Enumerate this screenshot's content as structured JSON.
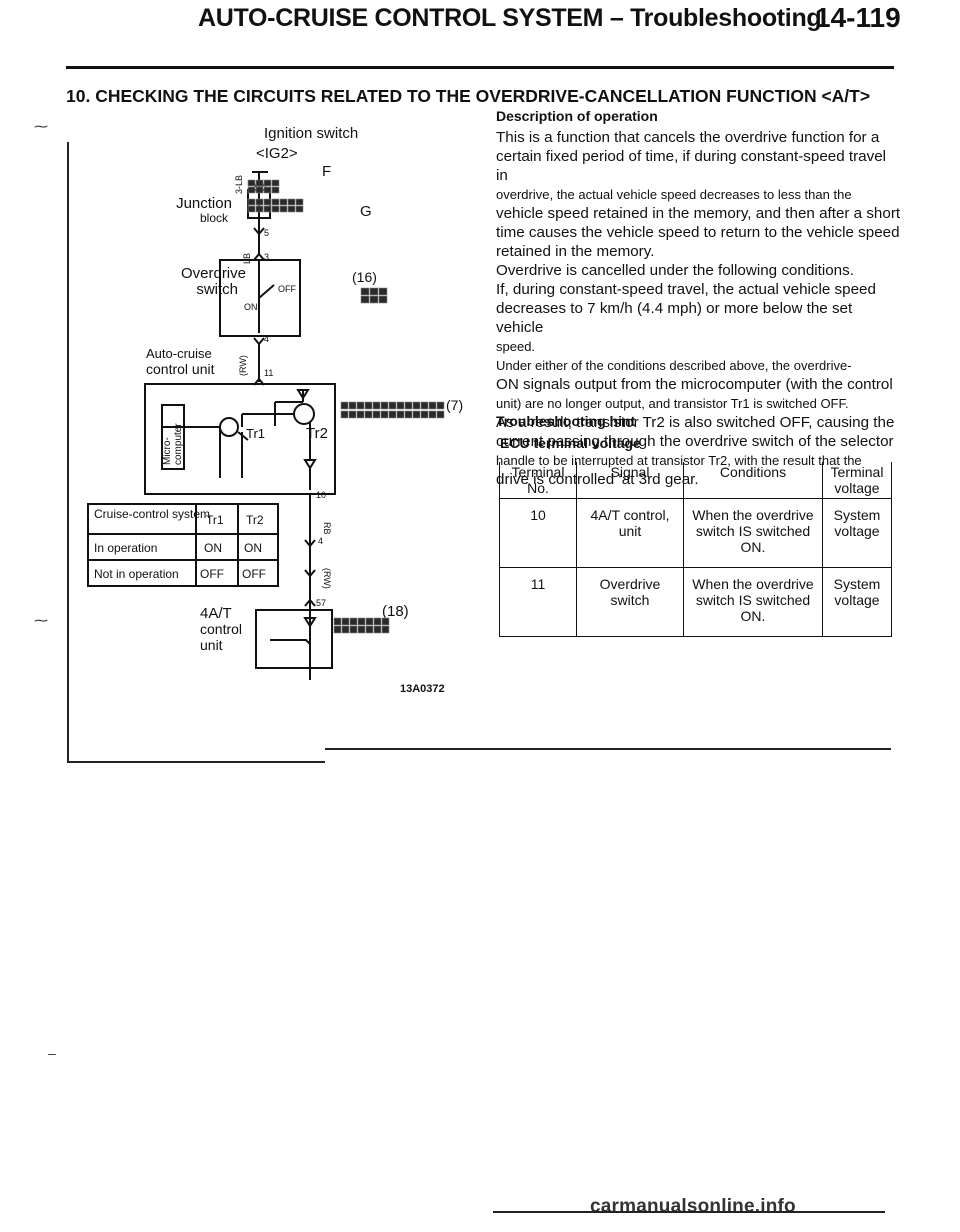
{
  "header": {
    "title": "AUTO-CRUISE CONTROL SYSTEM – Troubleshooting",
    "page": "14-119"
  },
  "section": {
    "title": "10. CHECKING THE CIRCUITS RELATED TO THE OVERDRIVE-CANCELLATION FUNCTION <A/T>"
  },
  "diagram": {
    "ignition_switch": "Ignition switch",
    "ig2": "<IG2>",
    "wire_3lb": "3-LB",
    "pin_2": "2",
    "letter_f": "F",
    "letter_g": "G",
    "junction": "Junction",
    "block": "block",
    "pin_5": "5",
    "wire_lb": "LB",
    "pin_3": "3",
    "overdrive": "Overdrive",
    "switch": "switch",
    "off": "OFF",
    "on": "ON",
    "conn16": "(16)",
    "pin_4a": "4",
    "wire_rw": "(RW)",
    "auto_cruise": "Auto-cruise",
    "control_unit": "control unit",
    "pin_11": "11",
    "conn7": "(7)",
    "micro": "Micro-",
    "computer": "computer",
    "tr1": "Tr1",
    "tr2": "Tr2",
    "pin_10": "10",
    "wire_rb": "RB",
    "pin_4b": "4",
    "wire_rw2": "(RW)",
    "pin_57": "57",
    "at": "4A/T",
    "control": "control",
    "unit": "unit",
    "conn18": "(18)",
    "code": "13A0372",
    "ftable": {
      "h_system": "Cruise-control system",
      "h_tr1": "Tr1",
      "h_tr2": "Tr2",
      "row1": [
        "In operation",
        "ON",
        "ON"
      ],
      "row2": [
        "Not in operation",
        "OFF",
        "OFF"
      ]
    }
  },
  "description": {
    "heading": "Description of operation",
    "p1": "This is a function that cancels the overdrive function for a certain fixed period of time, if during constant-speed travel in",
    "p2": "overdrive, the actual vehicle speed decreases to less than the",
    "p3": "vehicle speed retained in the memory, and then after a short time causes the vehicle speed to return to the vehicle speed retained in the memory.",
    "p4": "Overdrive is cancelled under the following conditions.",
    "p5": "If, during constant-speed travel, the actual vehicle speed decreases to 7 km/h (4.4 mph) or more below the set vehicle",
    "p6": "speed.",
    "p7": "Under either of the conditions described above, the overdrive-",
    "p8": "ON signals output from the microcomputer (with the control",
    "p9": "unit) are no longer output, and transistor Tr1 is switched OFF.",
    "p10": "As a result, transistor Tr2 is also switched OFF, causing the current passing through the overdrive switch of the selector",
    "p11": "handle to be interrupted at transistor Tr2, with the result that the",
    "p12": "drive is controlled ‘at 3rd gear."
  },
  "hint": {
    "heading": "Troubleshooting hint",
    "ecu": "ECU terminal voltage"
  },
  "ecu_table": {
    "headers": [
      "Terminal No.",
      "Signal",
      "Conditions",
      "Terminal voltage"
    ],
    "rows": [
      [
        "10",
        "4A/T control, unit",
        "When the overdrive switch IS switched ON.",
        "System voltage"
      ],
      [
        "11",
        "Overdrive switch",
        "When the overdrive switch IS switched ON.",
        "System voltage"
      ]
    ]
  },
  "footer": {
    "url": "carmanualsonline.info"
  }
}
